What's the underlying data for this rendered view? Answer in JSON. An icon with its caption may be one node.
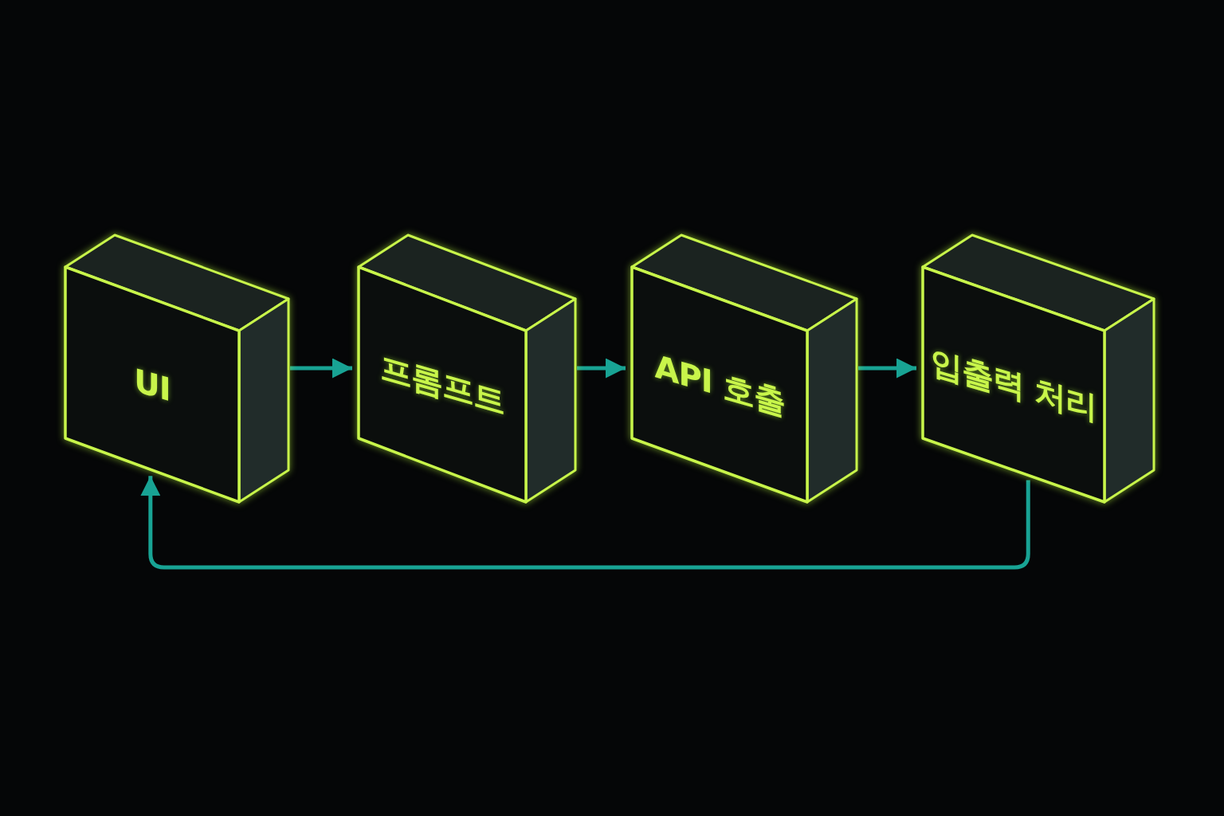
{
  "diagram": {
    "nodes": [
      {
        "text": [
          "UI"
        ]
      },
      {
        "text": [
          "프롬프트"
        ]
      },
      {
        "text": [
          "API 호출"
        ]
      },
      {
        "text": [
          "입출력 처리"
        ]
      }
    ],
    "edges": [
      {
        "from": 0,
        "to": 1,
        "arrow": "to"
      },
      {
        "from": 1,
        "to": 2,
        "arrow": "to"
      },
      {
        "from": 2,
        "to": 3,
        "arrow": "to"
      },
      {
        "from": 3,
        "to": 0,
        "arrow": "to"
      }
    ]
  }
}
